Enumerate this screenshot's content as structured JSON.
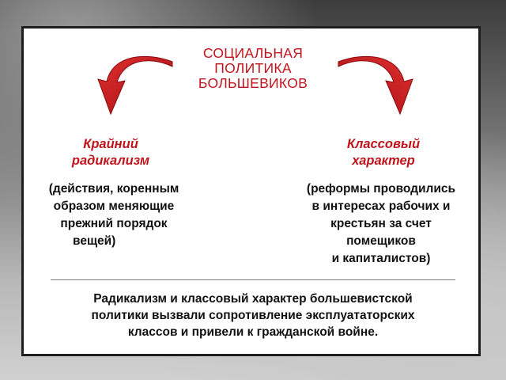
{
  "title": {
    "lines": [
      "СОЦИАЛЬНАЯ",
      "ПОЛИТИКА",
      "БОЛЬШЕВИКОВ"
    ]
  },
  "left": {
    "heading_lines": [
      "Крайний",
      "радикализм"
    ],
    "body_lines": [
      "(действия, коренным",
      "образом меняющие",
      "прежний порядок",
      "вещей)"
    ]
  },
  "right": {
    "heading_lines": [
      "Классовый",
      "характер"
    ],
    "body_lines": [
      "(реформы проводились",
      "в интересах рабочих и",
      "крестьян за счет",
      "помещиков",
      "и капиталистов)"
    ]
  },
  "conclusion": {
    "lines": [
      "Радикализм и классовый характер большевистской",
      "политики вызвали сопротивление эксплуататорских",
      "классов и привели к гражданской войне."
    ]
  },
  "colors": {
    "accent_red": "#c0141c",
    "text": "#111111",
    "frame": "#1e1e1e"
  },
  "icons": [
    "curved-arrow-left-icon",
    "curved-arrow-right-icon"
  ]
}
